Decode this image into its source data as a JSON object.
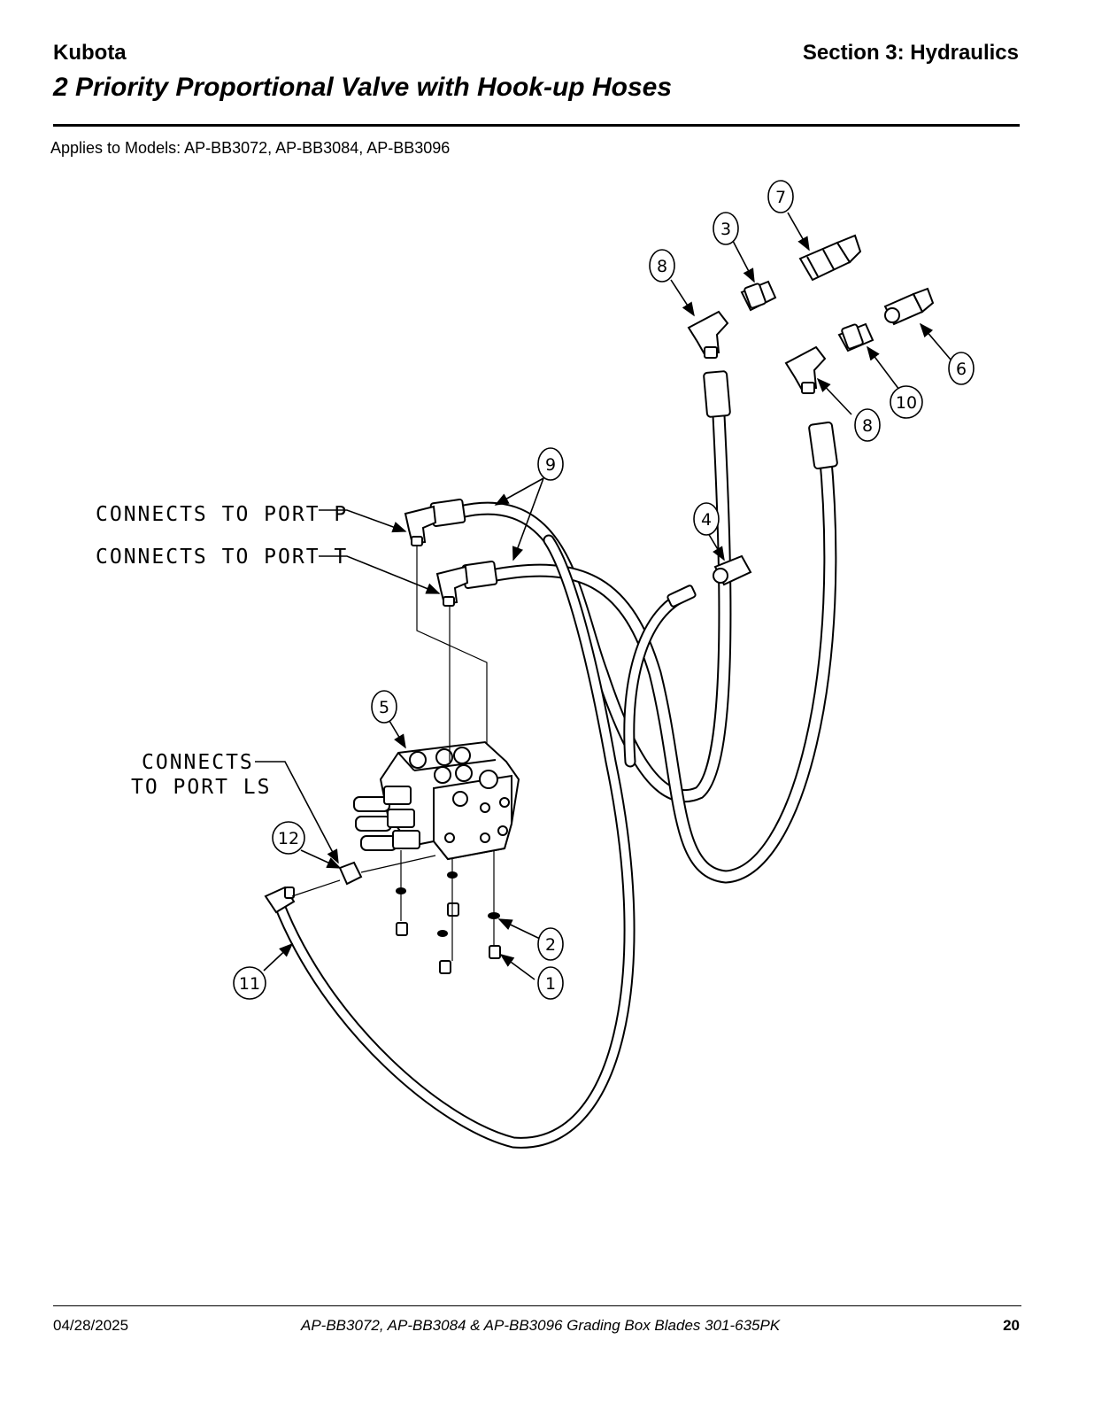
{
  "header": {
    "brand": "Kubota",
    "section": "Section 3: Hydraulics",
    "title": "2 Priority Proportional Valve with Hook-up Hoses",
    "applies": "Applies to Models: AP-BB3072, AP-BB3084, AP-BB3096"
  },
  "diagram": {
    "callouts": [
      "1",
      "2",
      "3",
      "4",
      "5",
      "6",
      "7",
      "8",
      "8",
      "9",
      "10",
      "11",
      "12"
    ],
    "notes": {
      "port_p": "CONNECTS TO PORT P",
      "port_t": "CONNECTS TO PORT T",
      "port_ls_line1": "CONNECTS",
      "port_ls_line2": "TO PORT LS"
    }
  },
  "footer": {
    "date": "04/28/2025",
    "doc": "AP-BB3072, AP-BB3084 & AP-BB3096  Grading Box Blades  301-635PK",
    "page": "20"
  }
}
